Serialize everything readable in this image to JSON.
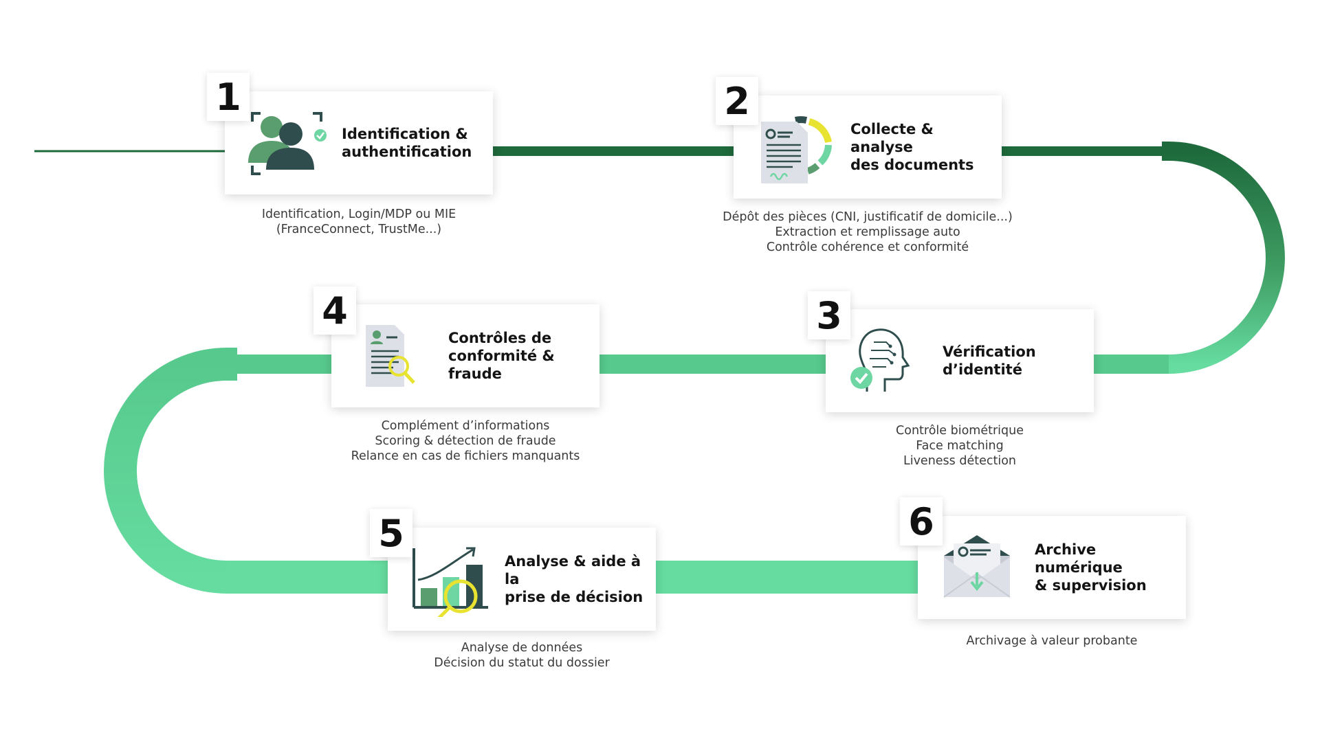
{
  "colors": {
    "path_dark": "#1e6a3c",
    "path_mid": "#3f9d63",
    "path_light": "#66dca0",
    "icon_dark": "#2e4d4c",
    "icon_green": "#5a9e6f",
    "icon_light_green": "#6ed6a3",
    "icon_yellow": "#e7e330",
    "icon_grey": "#dde1e7"
  },
  "steps": [
    {
      "number": "1",
      "title": "Identification &\nauthentification",
      "icon": "users-icon",
      "description": [
        "Identification, Login/MDP ou MIE",
        "(FranceConnect, TrustMe...)"
      ]
    },
    {
      "number": "2",
      "title": "Collecte & analyse\ndes documents",
      "icon": "document-analysis-icon",
      "description": [
        "Dépôt des pièces (CNI, justificatif de domicile...)",
        "Extraction et remplissage auto",
        "Contrôle cohérence et conformité"
      ]
    },
    {
      "number": "3",
      "title": "Vérification\nd’identité",
      "icon": "biometric-face-icon",
      "description": [
        "Contrôle biométrique",
        "Face matching",
        "Liveness détection"
      ]
    },
    {
      "number": "4",
      "title": "Contrôles de\nconformité & fraude",
      "icon": "document-search-icon",
      "description": [
        "Complément d’informations",
        "Scoring & détection de fraude",
        "Relance en cas de fichiers manquants"
      ]
    },
    {
      "number": "5",
      "title": "Analyse & aide à la\nprise de décision",
      "icon": "chart-search-icon",
      "description": [
        "Analyse de données",
        "Décision du statut du dossier"
      ]
    },
    {
      "number": "6",
      "title": "Archive numérique\n& supervision",
      "icon": "envelope-archive-icon",
      "description": [
        "Archivage à valeur probante"
      ]
    }
  ]
}
